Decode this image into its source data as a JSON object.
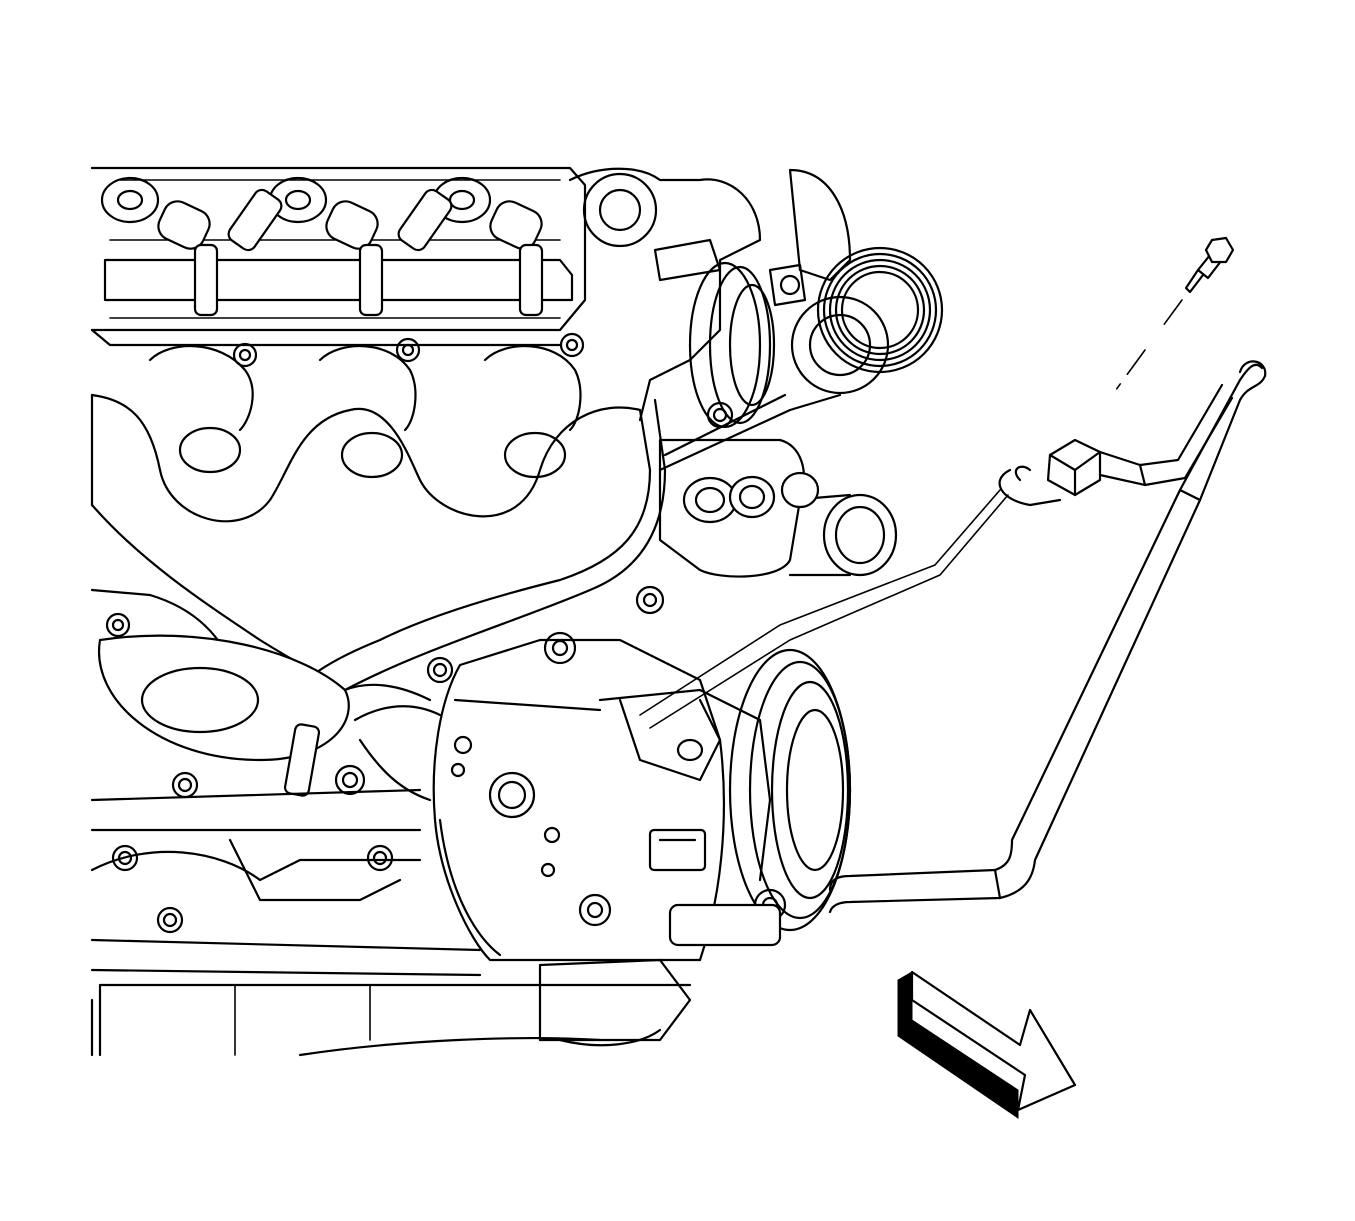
{
  "figure": {
    "background": "#ffffff",
    "line_color": "#000000",
    "icons": [
      "engine-illustration",
      "ac-compressor",
      "ac-hose",
      "bolt-icon",
      "direction-arrow-icon"
    ]
  }
}
